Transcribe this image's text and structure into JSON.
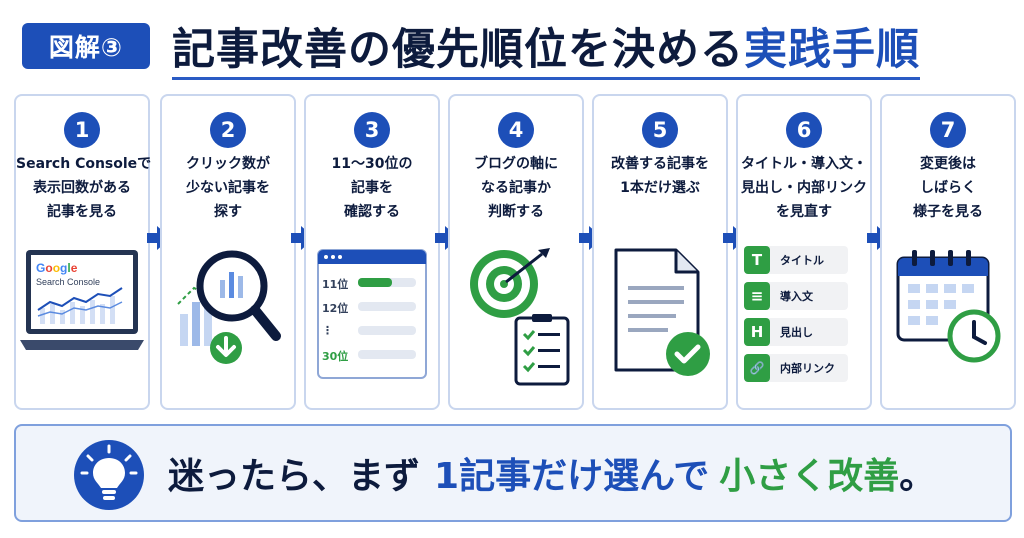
{
  "header": {
    "badge": "図解③",
    "title_main": "記事改善の優先順位を決める",
    "title_accent": "実践手順"
  },
  "steps": [
    {
      "num": "1",
      "lines": [
        "Search Consoleで",
        "表示回数がある",
        "記事を見る"
      ],
      "icon": "laptop-search-console-icon"
    },
    {
      "num": "2",
      "lines": [
        "クリック数が",
        "少ない記事を",
        "探す"
      ],
      "icon": "magnifier-chart-icon"
    },
    {
      "num": "3",
      "lines": [
        "11〜30位の",
        "記事を",
        "確認する"
      ],
      "icon": "ranking-list-icon"
    },
    {
      "num": "4",
      "lines": [
        "ブログの軸に",
        "なる記事か",
        "判断する"
      ],
      "icon": "target-checklist-icon"
    },
    {
      "num": "5",
      "lines": [
        "改善する記事を",
        "1本だけ選ぶ"
      ],
      "icon": "document-check-icon"
    },
    {
      "num": "6",
      "lines": [
        "タイトル・導入文・",
        "見出し・内部リンク",
        "を見直す"
      ],
      "icon": "review-items-icon"
    },
    {
      "num": "7",
      "lines": [
        "変更後は",
        "しばらく",
        "様子を見る"
      ],
      "icon": "calendar-clock-icon"
    }
  ],
  "illustrations": {
    "google_word": "Google",
    "search_console_word": "Search Console",
    "rank_labels": [
      "11位",
      "12位",
      "⋮",
      "30位"
    ],
    "review_items": [
      {
        "icon_letter": "T",
        "label": "タイトル"
      },
      {
        "icon_letter": "≡",
        "label": "導入文"
      },
      {
        "icon_letter": "H",
        "label": "見出し"
      },
      {
        "icon_letter": "🔗",
        "label": "内部リンク"
      }
    ]
  },
  "banner": {
    "part1": "迷ったら、まず",
    "part2": "1記事だけ選んで",
    "part3": "小さく改善",
    "part4": "。"
  },
  "colors": {
    "primary_blue": "#1d4fb8",
    "navy_text": "#0d1b3d",
    "accent_green": "#2f9e44",
    "card_border": "#c9d6ee"
  }
}
